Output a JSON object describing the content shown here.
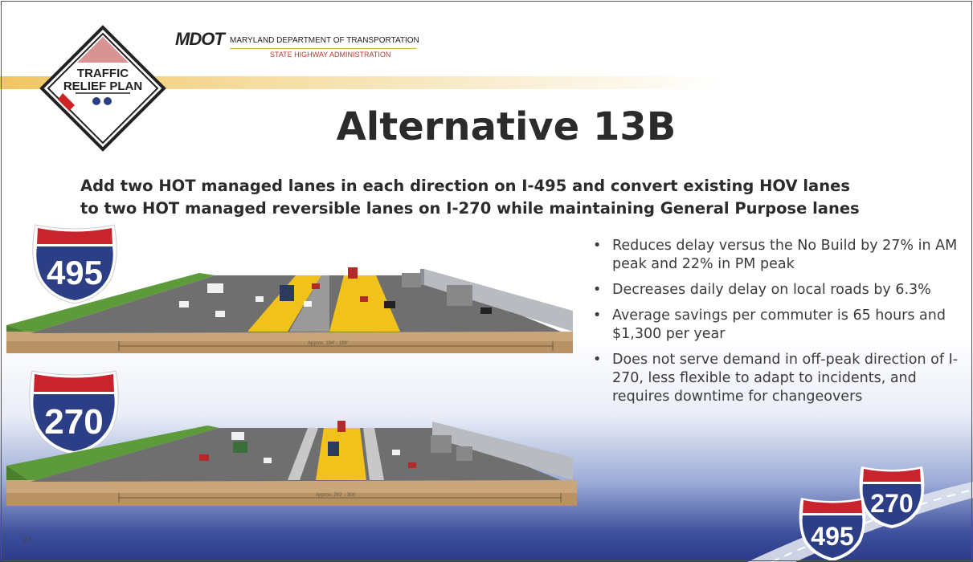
{
  "header": {
    "badge_line1": "TRAFFIC",
    "badge_line2": "RELIEF PLAN",
    "mdot_logo": "MDOT",
    "mdot_name": "MARYLAND DEPARTMENT OF TRANSPORTATION",
    "mdot_sub": "STATE HIGHWAY ADMINISTRATION"
  },
  "title": "Alternative 13B",
  "subtitle_line1": "Add two HOT managed lanes in each direction on I-495 and convert existing HOV lanes",
  "subtitle_line2": "to two HOT managed reversible lanes on I-270 while maintaining General Purpose lanes",
  "shields": {
    "top": "495",
    "middle": "270",
    "corner_back": "270",
    "corner_front": "495"
  },
  "cross_sections": {
    "top_dimension": "Approx. 194' - 199'",
    "bottom_dimension": "Approx. 292' - 306'"
  },
  "bullets": [
    "Reduces delay versus the No Build by 27% in AM peak and 22% in PM peak",
    "Decreases daily delay on local roads by 6.3%",
    "Average savings per commuter is 65 hours and $1,300 per year",
    "Does not serve demand in off-peak direction of I-270, less flexible to adapt to incidents, and requires downtime for changeovers"
  ],
  "bullet_glyph": "•",
  "page_number": "21",
  "colors": {
    "shield_red": "#c8242e",
    "shield_blue": "#2c3f86",
    "hot_lane_yellow": "#f1c21b",
    "title_text": "#2b2b2b"
  }
}
